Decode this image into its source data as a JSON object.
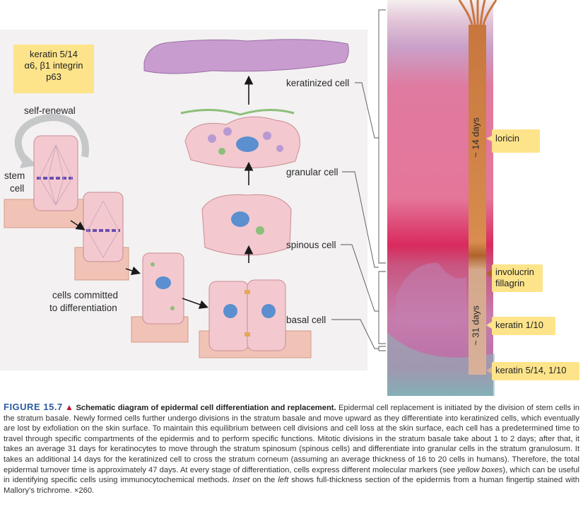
{
  "marker_box": {
    "line1": "keratin 5/14",
    "line2": "α6, β1 integrin",
    "line3": "p63"
  },
  "labels": {
    "self_renewal": "self-renewal",
    "stem_cell_1": "stem",
    "stem_cell_2": "cell",
    "committed_1": "cells committed",
    "committed_2": "to differentiation",
    "keratinized": "keratinized cell",
    "granular": "granular cell",
    "spinous": "spinous cell",
    "basal": "basal cell"
  },
  "timeline": {
    "upper": "~ 14 days",
    "lower": "~ 31 days"
  },
  "markers_right": [
    {
      "line1": "loricin",
      "line2": ""
    },
    {
      "line1": "involucrin",
      "line2": "fillagrin"
    },
    {
      "line1": "keratin 1/10",
      "line2": ""
    },
    {
      "line1": "keratin 5/14, 1/10",
      "line2": ""
    }
  ],
  "caption": {
    "figure": "FIGURE 15.7",
    "triangle": "▲",
    "title": "Schematic diagram of epidermal cell differentiation and replacement.",
    "t1": " Epidermal cell replacement is initiated by the division of stem cells in the stratum basale. Newly formed cells further undergo divisions in the stratum basale and move upward as they differentiate into keratinized cells, which eventually are lost by exfoliation on the skin surface. To maintain this equilibrium between cell divisions and cell loss at the skin surface, each cell has a predetermined time to travel through specific compartments of the epidermis and to perform specific functions. Mitotic divisions in the stratum basale take about 1 to 2 days; after that, it takes an average 31 days for keratinocytes to move through the stratum spinosum (spinous cells) and differentiate into granular cells in the stratum granulosum. It takes an additional 14 days for the keratinized cell to cross the stratum corneum (assuming an average thickness of 16 to 20 cells in humans). Therefore, the total epidermal turnover time is approximately 47 days. At every stage of differentiation, cells express different molecular markers (see ",
    "yellow": "yellow boxes",
    "t2": "), which can be useful in identifying specific cells using immunocytochemical methods. ",
    "inset": "Inset",
    "t3": " on the ",
    "left": "left",
    "t4": " shows full-thickness section of the epidermis from a human fingertip stained with Mallory’s trichrome. ×260."
  },
  "colors": {
    "cell_fill": "#f3c9cf",
    "cell_stroke": "#c98b94",
    "nucleus": "#5b8fcf",
    "marker_box": "#fde48a",
    "arrow_bar": "#d4894e",
    "stain_pink": "#d94a78"
  }
}
